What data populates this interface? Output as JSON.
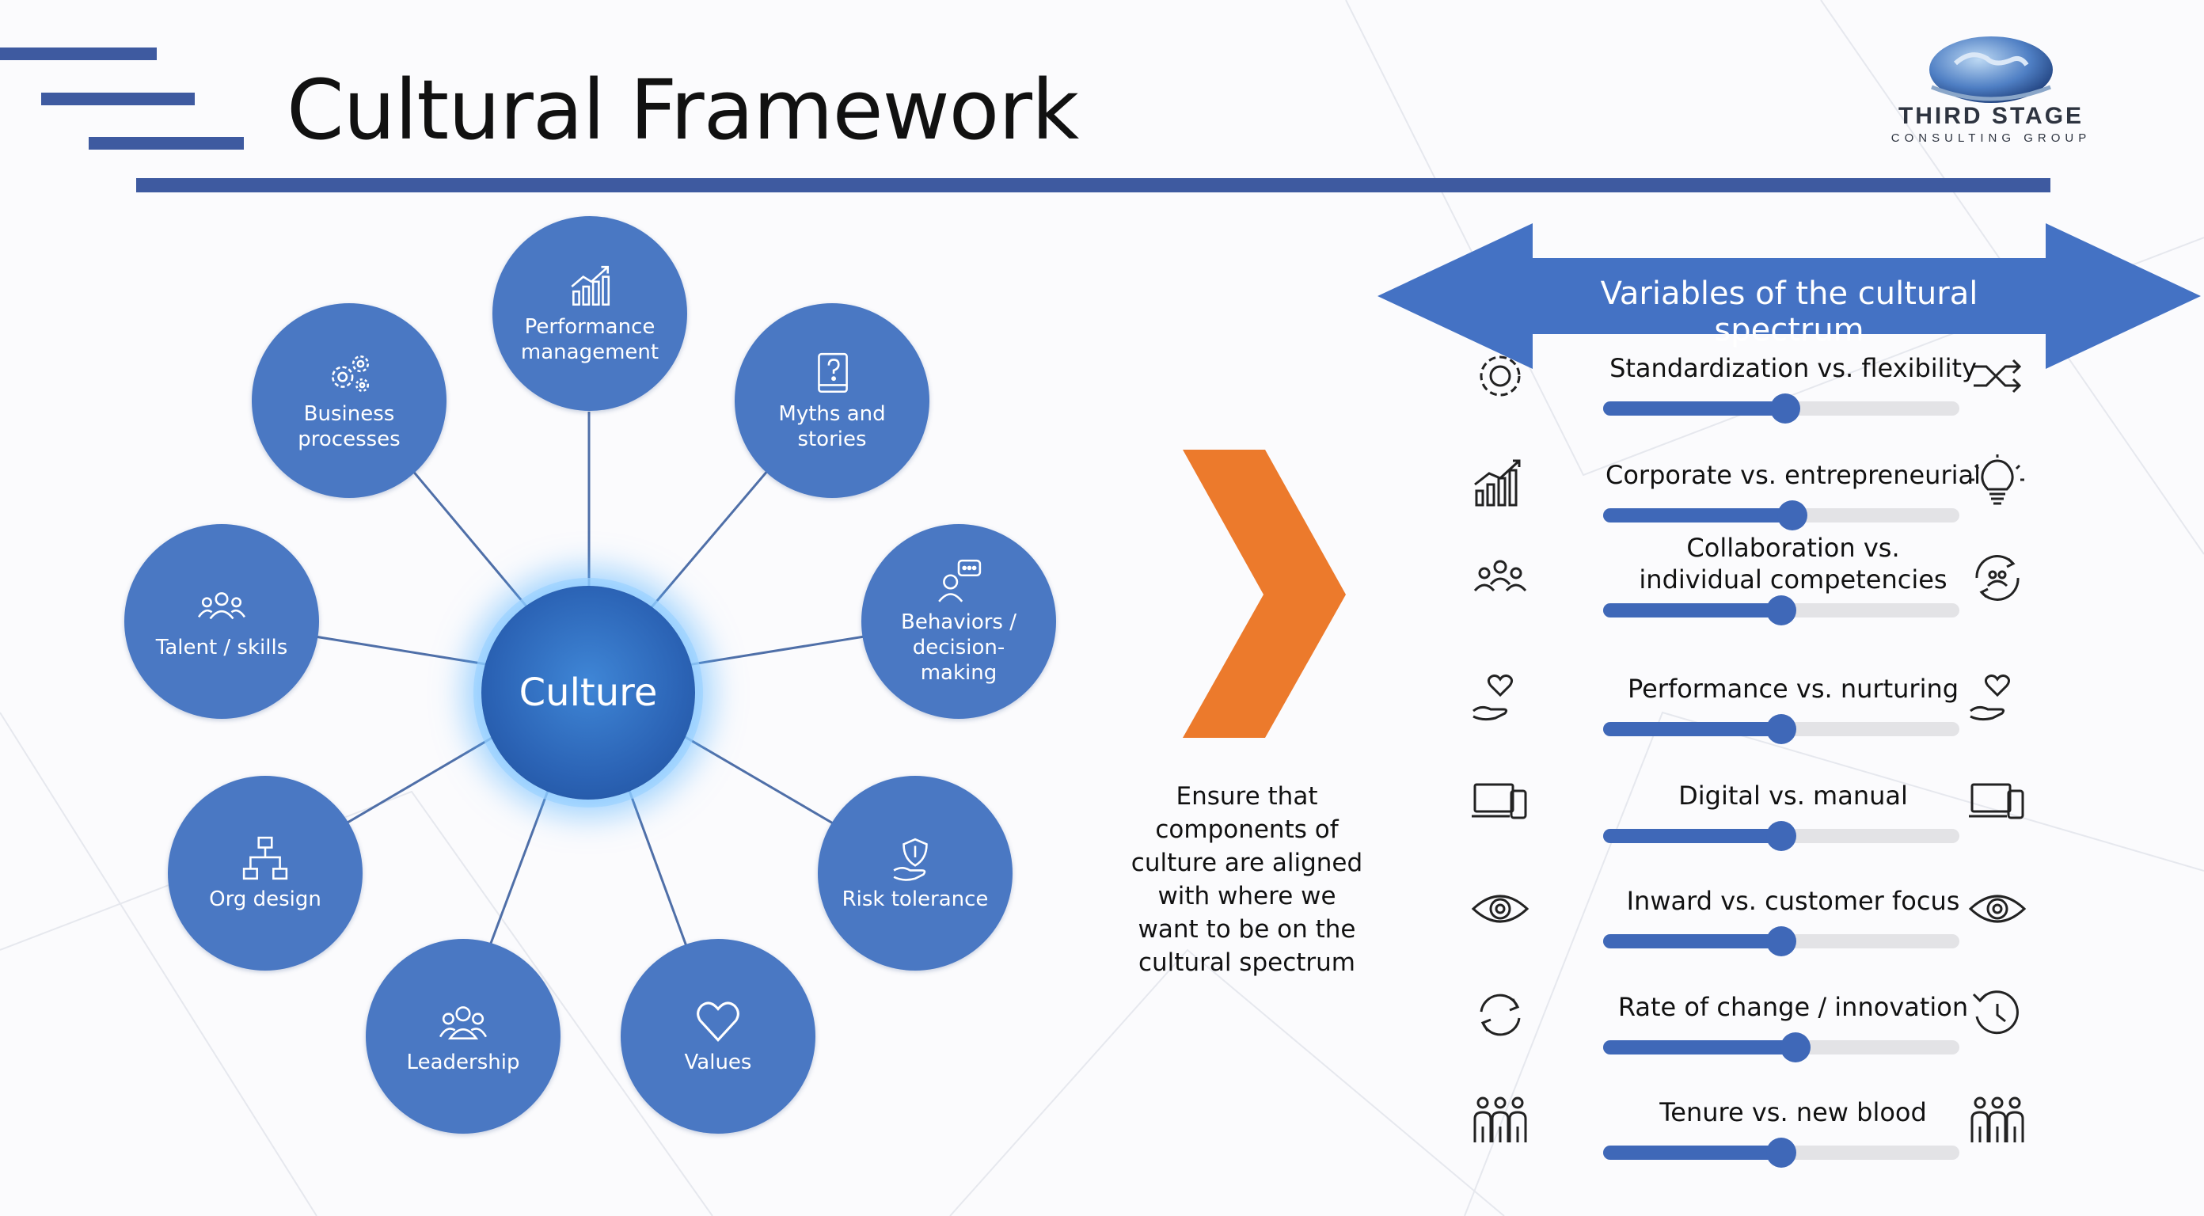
{
  "header": {
    "title": "Cultural Framework",
    "logo_name": "THIRD STAGE",
    "logo_sub": "CONSULTING GROUP"
  },
  "diagram": {
    "center": "Culture",
    "nodes": [
      {
        "label": "Performance management",
        "icon": "bar-chart-icon"
      },
      {
        "label": "Myths and stories",
        "icon": "book-question-icon"
      },
      {
        "label": "Behaviors / decision-making",
        "icon": "person-chat-icon"
      },
      {
        "label": "Risk tolerance",
        "icon": "hand-shield-icon"
      },
      {
        "label": "Values",
        "icon": "heart-icon"
      },
      {
        "label": "Leadership",
        "icon": "group-icon"
      },
      {
        "label": "Org design",
        "icon": "org-chart-icon"
      },
      {
        "label": "Talent / skills",
        "icon": "people-icon"
      },
      {
        "label": "Business processes",
        "icon": "gears-icon"
      }
    ],
    "colors": {
      "node": "#4a78c3",
      "accent": "#ec7a2c",
      "banner": "#4472c4"
    }
  },
  "middle_text": "Ensure that components of culture are aligned with where we want to be on the cultural spectrum",
  "spectrum": {
    "title": "Variables of the cultural spectrum",
    "rows": [
      {
        "label": "Standardization vs. flexibility",
        "level": 0.51,
        "left_icon": "gear-icon",
        "right_icon": "shuffle-icon"
      },
      {
        "label": "Corporate vs. entrepreneurial",
        "level": 0.53,
        "left_icon": "growth-chart-icon",
        "right_icon": "lightbulb-icon"
      },
      {
        "label": "Collaboration vs. individual competencies",
        "level": 0.5,
        "left_icon": "team-icon",
        "right_icon": "cycle-people-icon"
      },
      {
        "label": "Performance vs. nurturing",
        "level": 0.5,
        "left_icon": "hand-heart-icon",
        "right_icon": "hand-heart-icon"
      },
      {
        "label": "Digital vs. manual",
        "level": 0.5,
        "left_icon": "devices-icon",
        "right_icon": "devices-icon"
      },
      {
        "label": "Inward vs. customer focus",
        "level": 0.5,
        "left_icon": "eye-icon",
        "right_icon": "eye-icon"
      },
      {
        "label": "Rate of change / innovation",
        "level": 0.54,
        "left_icon": "refresh-icon",
        "right_icon": "clock-arrow-icon"
      },
      {
        "label": "Tenure vs. new blood",
        "level": 0.5,
        "left_icon": "crowd-icon",
        "right_icon": "crowd-icon"
      }
    ]
  }
}
